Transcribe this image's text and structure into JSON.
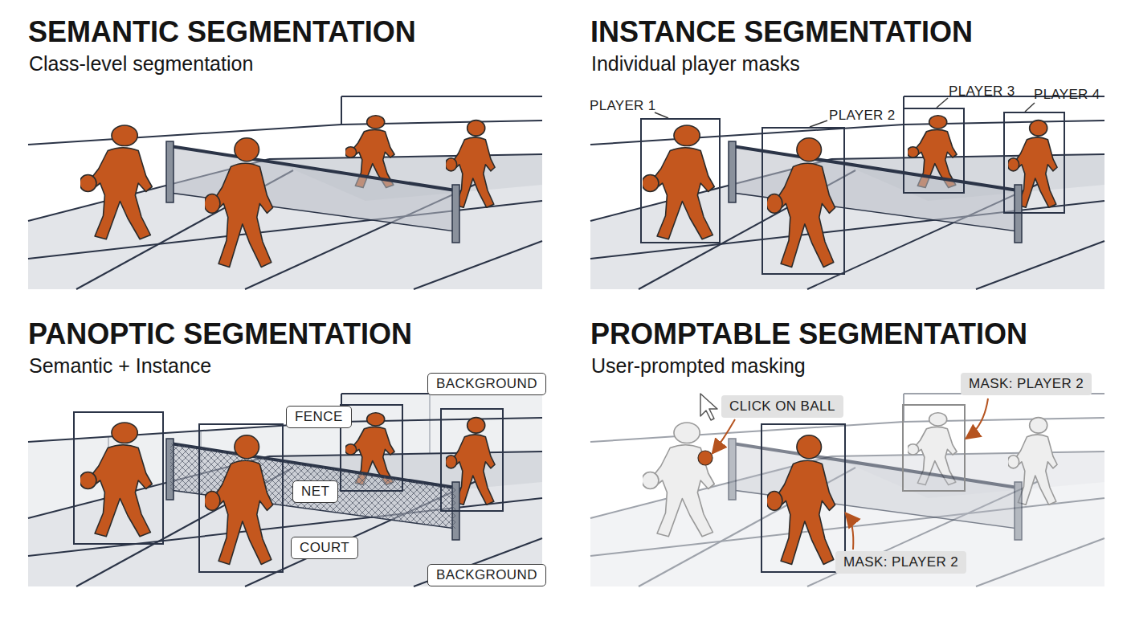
{
  "diagram": {
    "nodes": [
      {
        "text": [
          "PLAYER 1"
        ]
      },
      {
        "text": [
          "PLAYER 2"
        ]
      },
      {
        "text": [
          "PLAYER 3"
        ]
      },
      {
        "text": [
          "PLAYER 4"
        ]
      },
      {
        "text": [
          "BACKGROUND"
        ]
      },
      {
        "text": [
          "FENCE"
        ]
      },
      {
        "text": [
          "NET"
        ]
      },
      {
        "text": [
          "COURT"
        ]
      },
      {
        "text": [
          "BACKGROUND"
        ]
      },
      {
        "text": [
          "CLICK ON BALL"
        ]
      },
      {
        "text": [
          "MASK: PLAYER 2"
        ]
      },
      {
        "text": [
          "MASK: PLAYER 2"
        ]
      }
    ],
    "labels": [
      "SEMANTIC SEGMENTATION",
      "Class-level segmentation",
      "INSTANCE SEGMENTATION",
      "Individual player masks",
      "PANOPTIC SEGMENTATION",
      "Semantic + Instance",
      "PROMPTABLE SEGMENTATION",
      "User-prompted masking"
    ]
  }
}
